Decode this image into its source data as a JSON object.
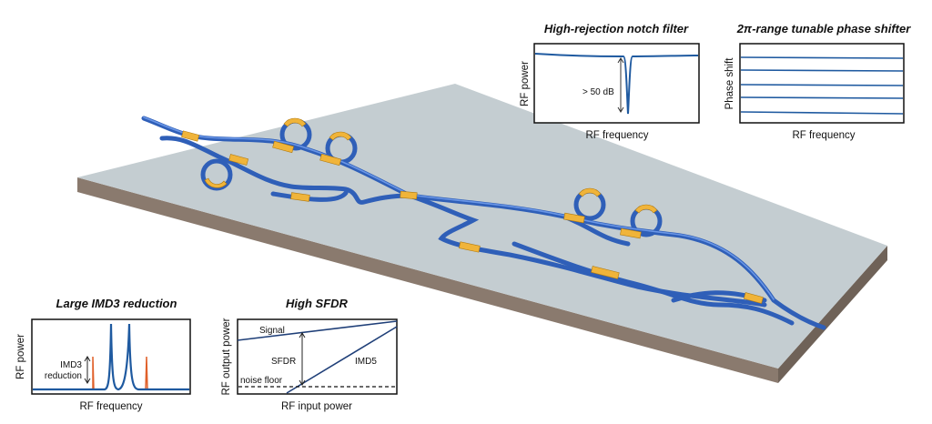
{
  "colors": {
    "chip_top": "#c4cdd1",
    "chip_side": "#8a7a6e",
    "waveguide": "#2f5fb8",
    "electrode": "#f0b43a",
    "trace": "#1f5aa0",
    "imd3_trace": "#e0602a"
  },
  "insets": {
    "notch": {
      "title": "High-rejection notch filter",
      "ylabel": "RF power",
      "xlabel": "RF frequency",
      "annotation": "> 50 dB"
    },
    "phase": {
      "title": "2π-range tunable phase shifter",
      "ylabel": "Phase shift",
      "xlabel": "RF frequency",
      "line_count": 5
    },
    "imd3": {
      "title": "Large IMD3 reduction",
      "ylabel": "RF power",
      "xlabel": "RF frequency",
      "annotation_line1": "IMD3",
      "annotation_line2": "reduction"
    },
    "sfdr": {
      "title": "High SFDR",
      "ylabel": "RF output power",
      "xlabel": "RF input power",
      "signal_label": "Signal",
      "sfdr_label": "SFDR",
      "imd_label": "IMD5",
      "noise_label": "noise floor"
    }
  }
}
